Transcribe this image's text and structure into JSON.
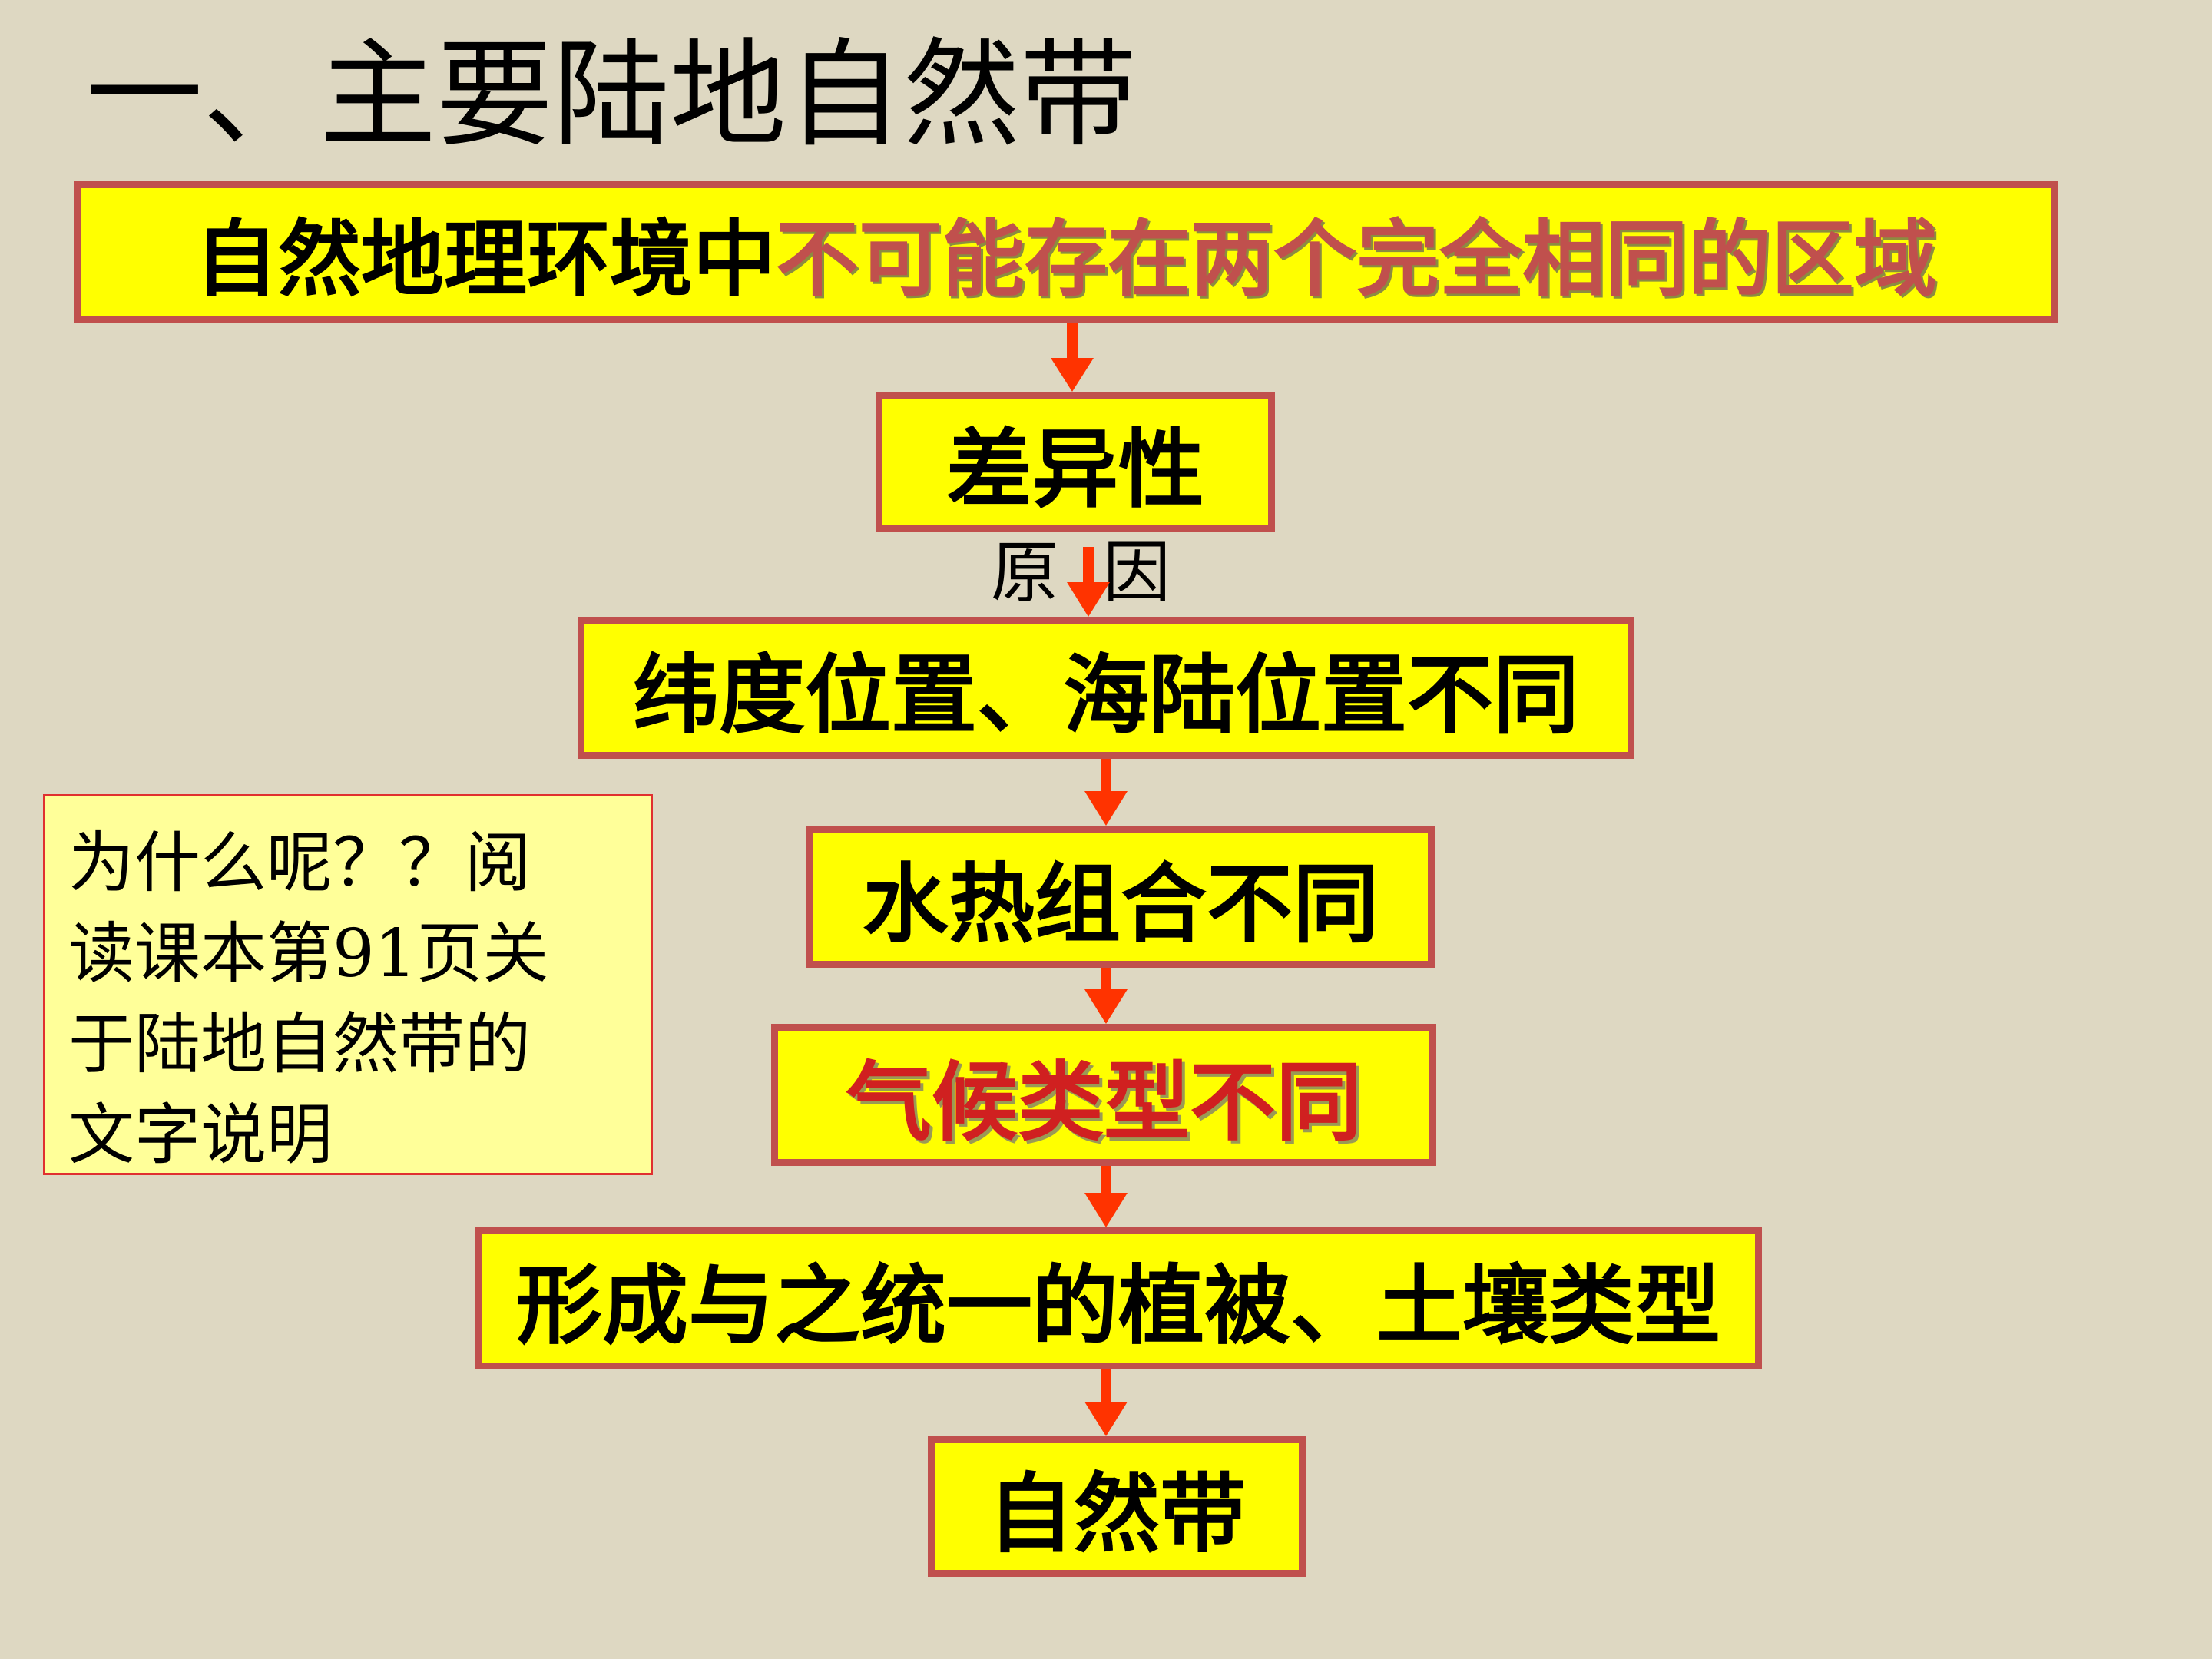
{
  "title": "一、主要陆地自然带",
  "flow": {
    "box1": {
      "prefix": "自然地理环境中",
      "highlight": "不可能存在两个完全相同的区域"
    },
    "box2": "差异性",
    "reason_left": "原",
    "reason_right": "因",
    "box3": "纬度位置、海陆位置不同",
    "box4": "水热组合不同",
    "box5": "气候类型不同",
    "box6": "形成与之统一的植被、土壤类型",
    "box7": "自然带"
  },
  "note": {
    "lines": [
      "为什么呢？？阅",
      "读课本第91页关",
      "于陆地自然带的",
      "文字说明"
    ]
  },
  "colors": {
    "background": "#DED8C2",
    "box_fill": "#FFFF00",
    "box_border": "#C0504D",
    "arrow": "#FF3300",
    "highlight_text": "#D02020",
    "note_fill": "#FFFF99"
  }
}
